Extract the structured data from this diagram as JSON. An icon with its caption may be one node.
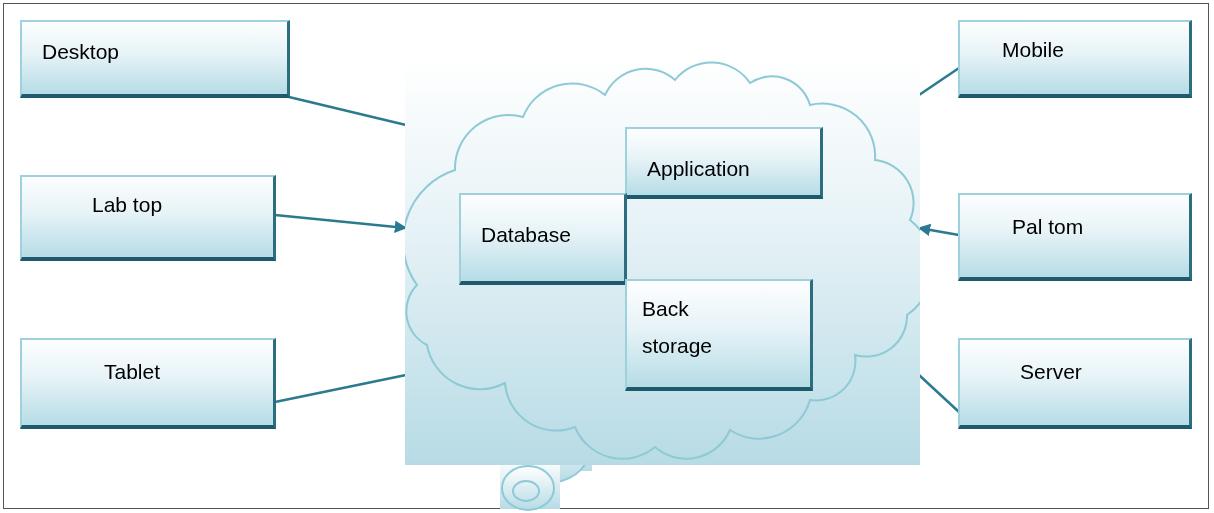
{
  "diagram": {
    "nodes": [
      {
        "text": [
          "Desktop"
        ]
      },
      {
        "text": [
          "Mobile"
        ]
      },
      {
        "text": [],
        "shape": "cloud"
      },
      {
        "text": [
          "Application"
        ],
        "in": 2
      },
      {
        "text": [
          "Lab top"
        ]
      },
      {
        "text": [
          "Database"
        ],
        "in": 2
      },
      {
        "text": [
          "Pal tom"
        ]
      },
      {
        "text": [
          "Back storage"
        ],
        "in": 2
      },
      {
        "text": [
          "Tablet"
        ]
      },
      {
        "text": [
          "Server"
        ]
      }
    ],
    "edges": [
      {
        "from": 0,
        "to": 2,
        "arrow": "none"
      },
      {
        "from": 4,
        "to": 2,
        "arrow": "to"
      },
      {
        "from": 8,
        "to": 2,
        "arrow": "none"
      },
      {
        "from": 1,
        "to": 2,
        "arrow": "none"
      },
      {
        "from": 6,
        "to": 2,
        "arrow": "to"
      },
      {
        "from": 9,
        "to": 2,
        "arrow": "none"
      }
    ]
  }
}
